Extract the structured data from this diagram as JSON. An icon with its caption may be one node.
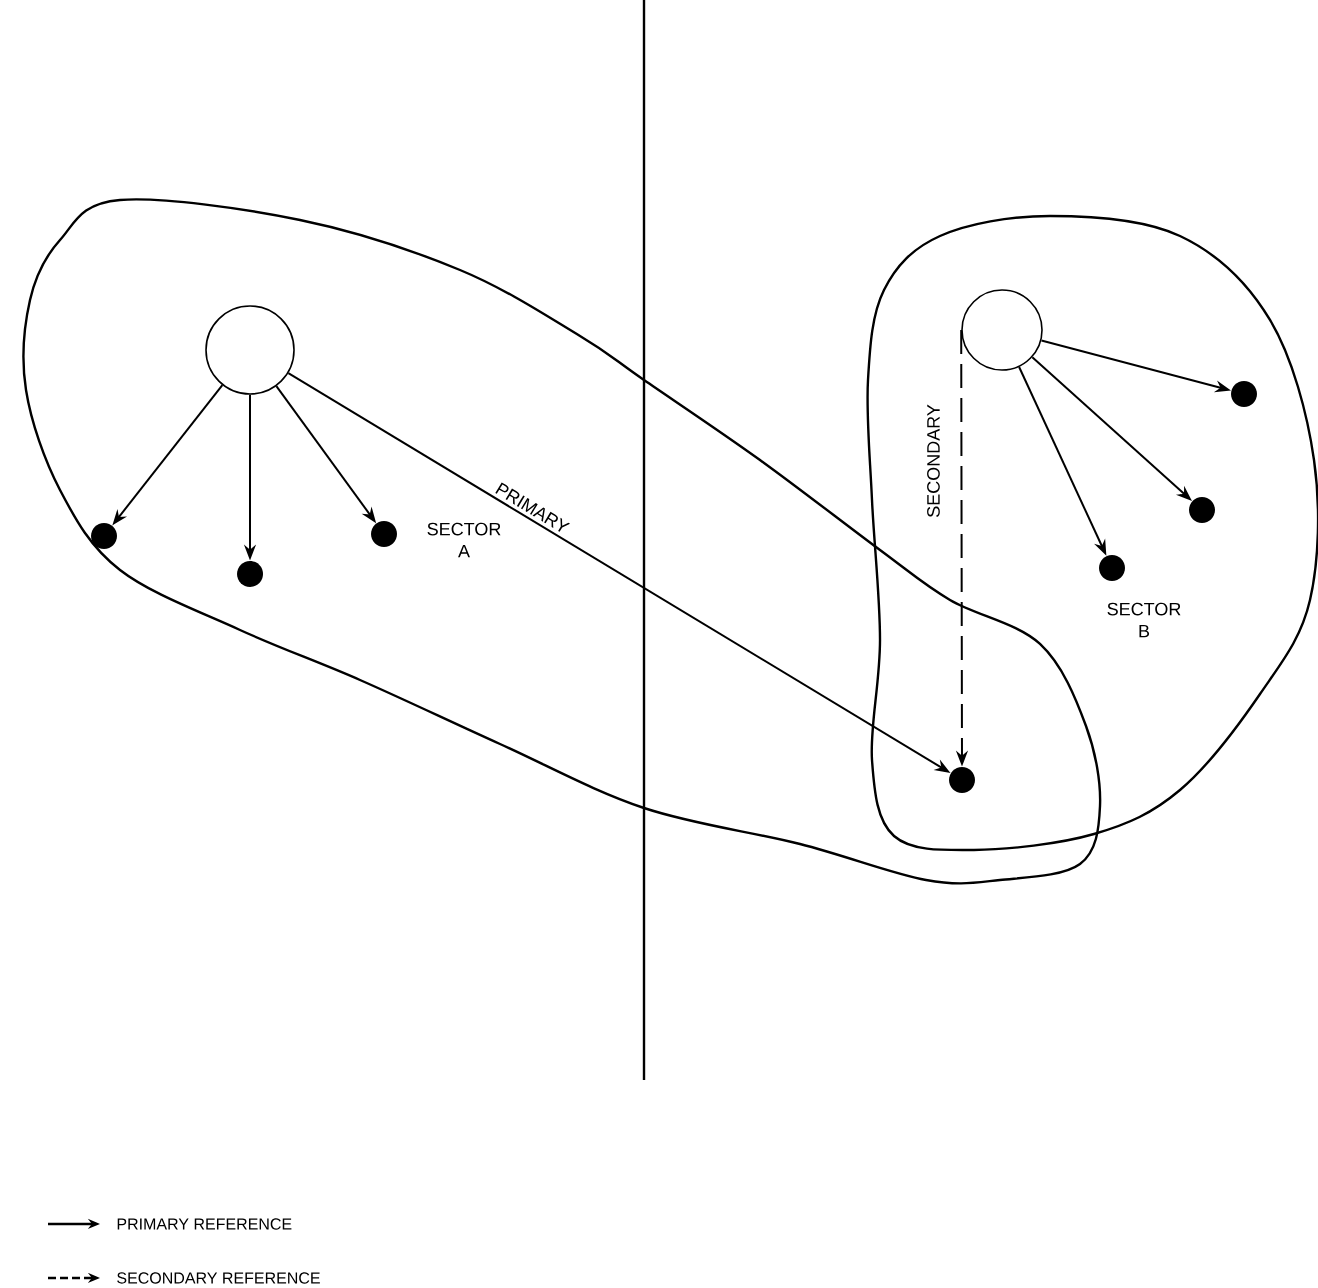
{
  "diagram": {
    "nodes": [
      {
        "text": [
          "SECTOR A"
        ]
      },
      {
        "text": [
          "SECTOR B"
        ]
      },
      {
        "text": [],
        "shape": "circle",
        "in": 0
      },
      {
        "text": [],
        "shape": "circle",
        "in": 0
      },
      {
        "text": [],
        "shape": "circle",
        "in": 0
      },
      {
        "text": [],
        "shape": "circle",
        "in": 0
      },
      {
        "text": [],
        "shape": "circle",
        "in": 1
      },
      {
        "text": [],
        "shape": "circle",
        "in": 1
      },
      {
        "text": [],
        "shape": "circle",
        "in": 1
      },
      {
        "text": [],
        "shape": "circle",
        "in": 1
      },
      {
        "text": [],
        "shape": "circle"
      }
    ],
    "edges": [
      {
        "from": 2,
        "to": 3,
        "arrow": "to"
      },
      {
        "from": 2,
        "to": 4,
        "arrow": "to"
      },
      {
        "from": 2,
        "to": 5,
        "arrow": "to"
      },
      {
        "from": 2,
        "to": 10,
        "arrow": "to",
        "label": "PRIMARY"
      },
      {
        "from": 6,
        "to": 7,
        "arrow": "to"
      },
      {
        "from": 6,
        "to": 8,
        "arrow": "to"
      },
      {
        "from": 6,
        "to": 9,
        "arrow": "to"
      },
      {
        "from": 6,
        "to": 10,
        "arrow": "to",
        "label": "SECONDARY",
        "style": "dashed"
      }
    ],
    "legend": [
      {
        "text": "PRIMARY REFERENCE"
      },
      {
        "text": "SECONDARY REFERENCE"
      }
    ]
  }
}
